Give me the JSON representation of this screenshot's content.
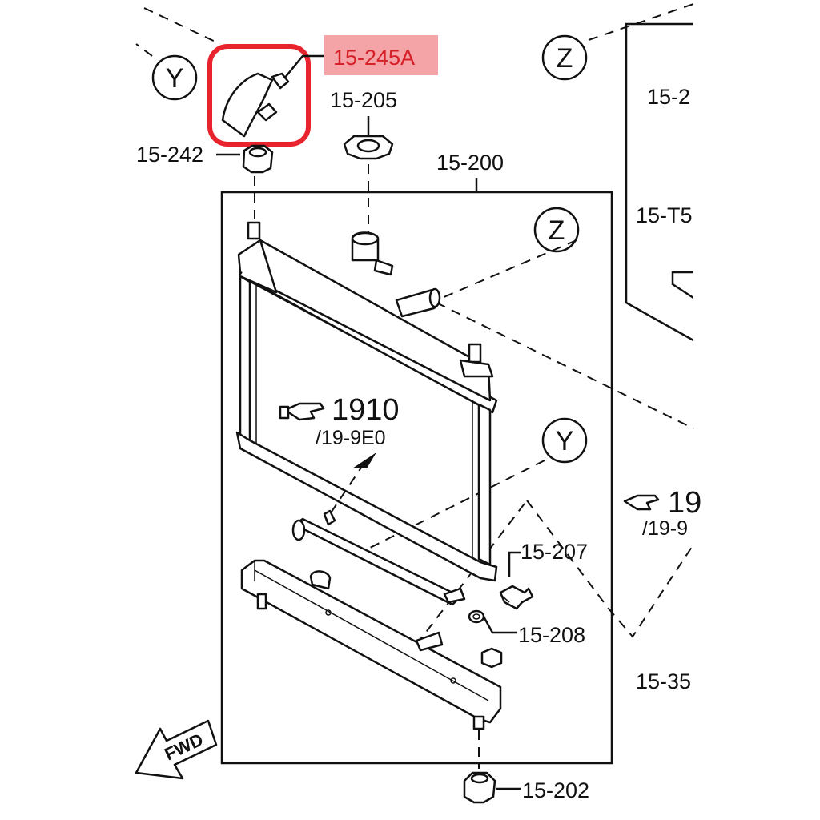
{
  "labels": {
    "highlighted": "15-245A",
    "cap_label": "15-205",
    "bushing_top": "15-242",
    "radiator": "15-200",
    "drain_plug": "15-207",
    "washer": "15-208",
    "bushing_bottom": "15-202",
    "ref_number": "1910",
    "ref_sub": "/19-9E0",
    "side_top": "15-2",
    "side_mid": "15-T5",
    "side_ref": "19",
    "side_ref_sub": "/19-9",
    "side_bottom": "15-35",
    "fwd": "FWD"
  },
  "callouts": {
    "y": "Y",
    "z": "Z"
  },
  "colors": {
    "highlight_fill": "#f4a3a6",
    "highlight_text": "#d62028",
    "highlight_box": "#e8232d",
    "ink": "#111111"
  }
}
